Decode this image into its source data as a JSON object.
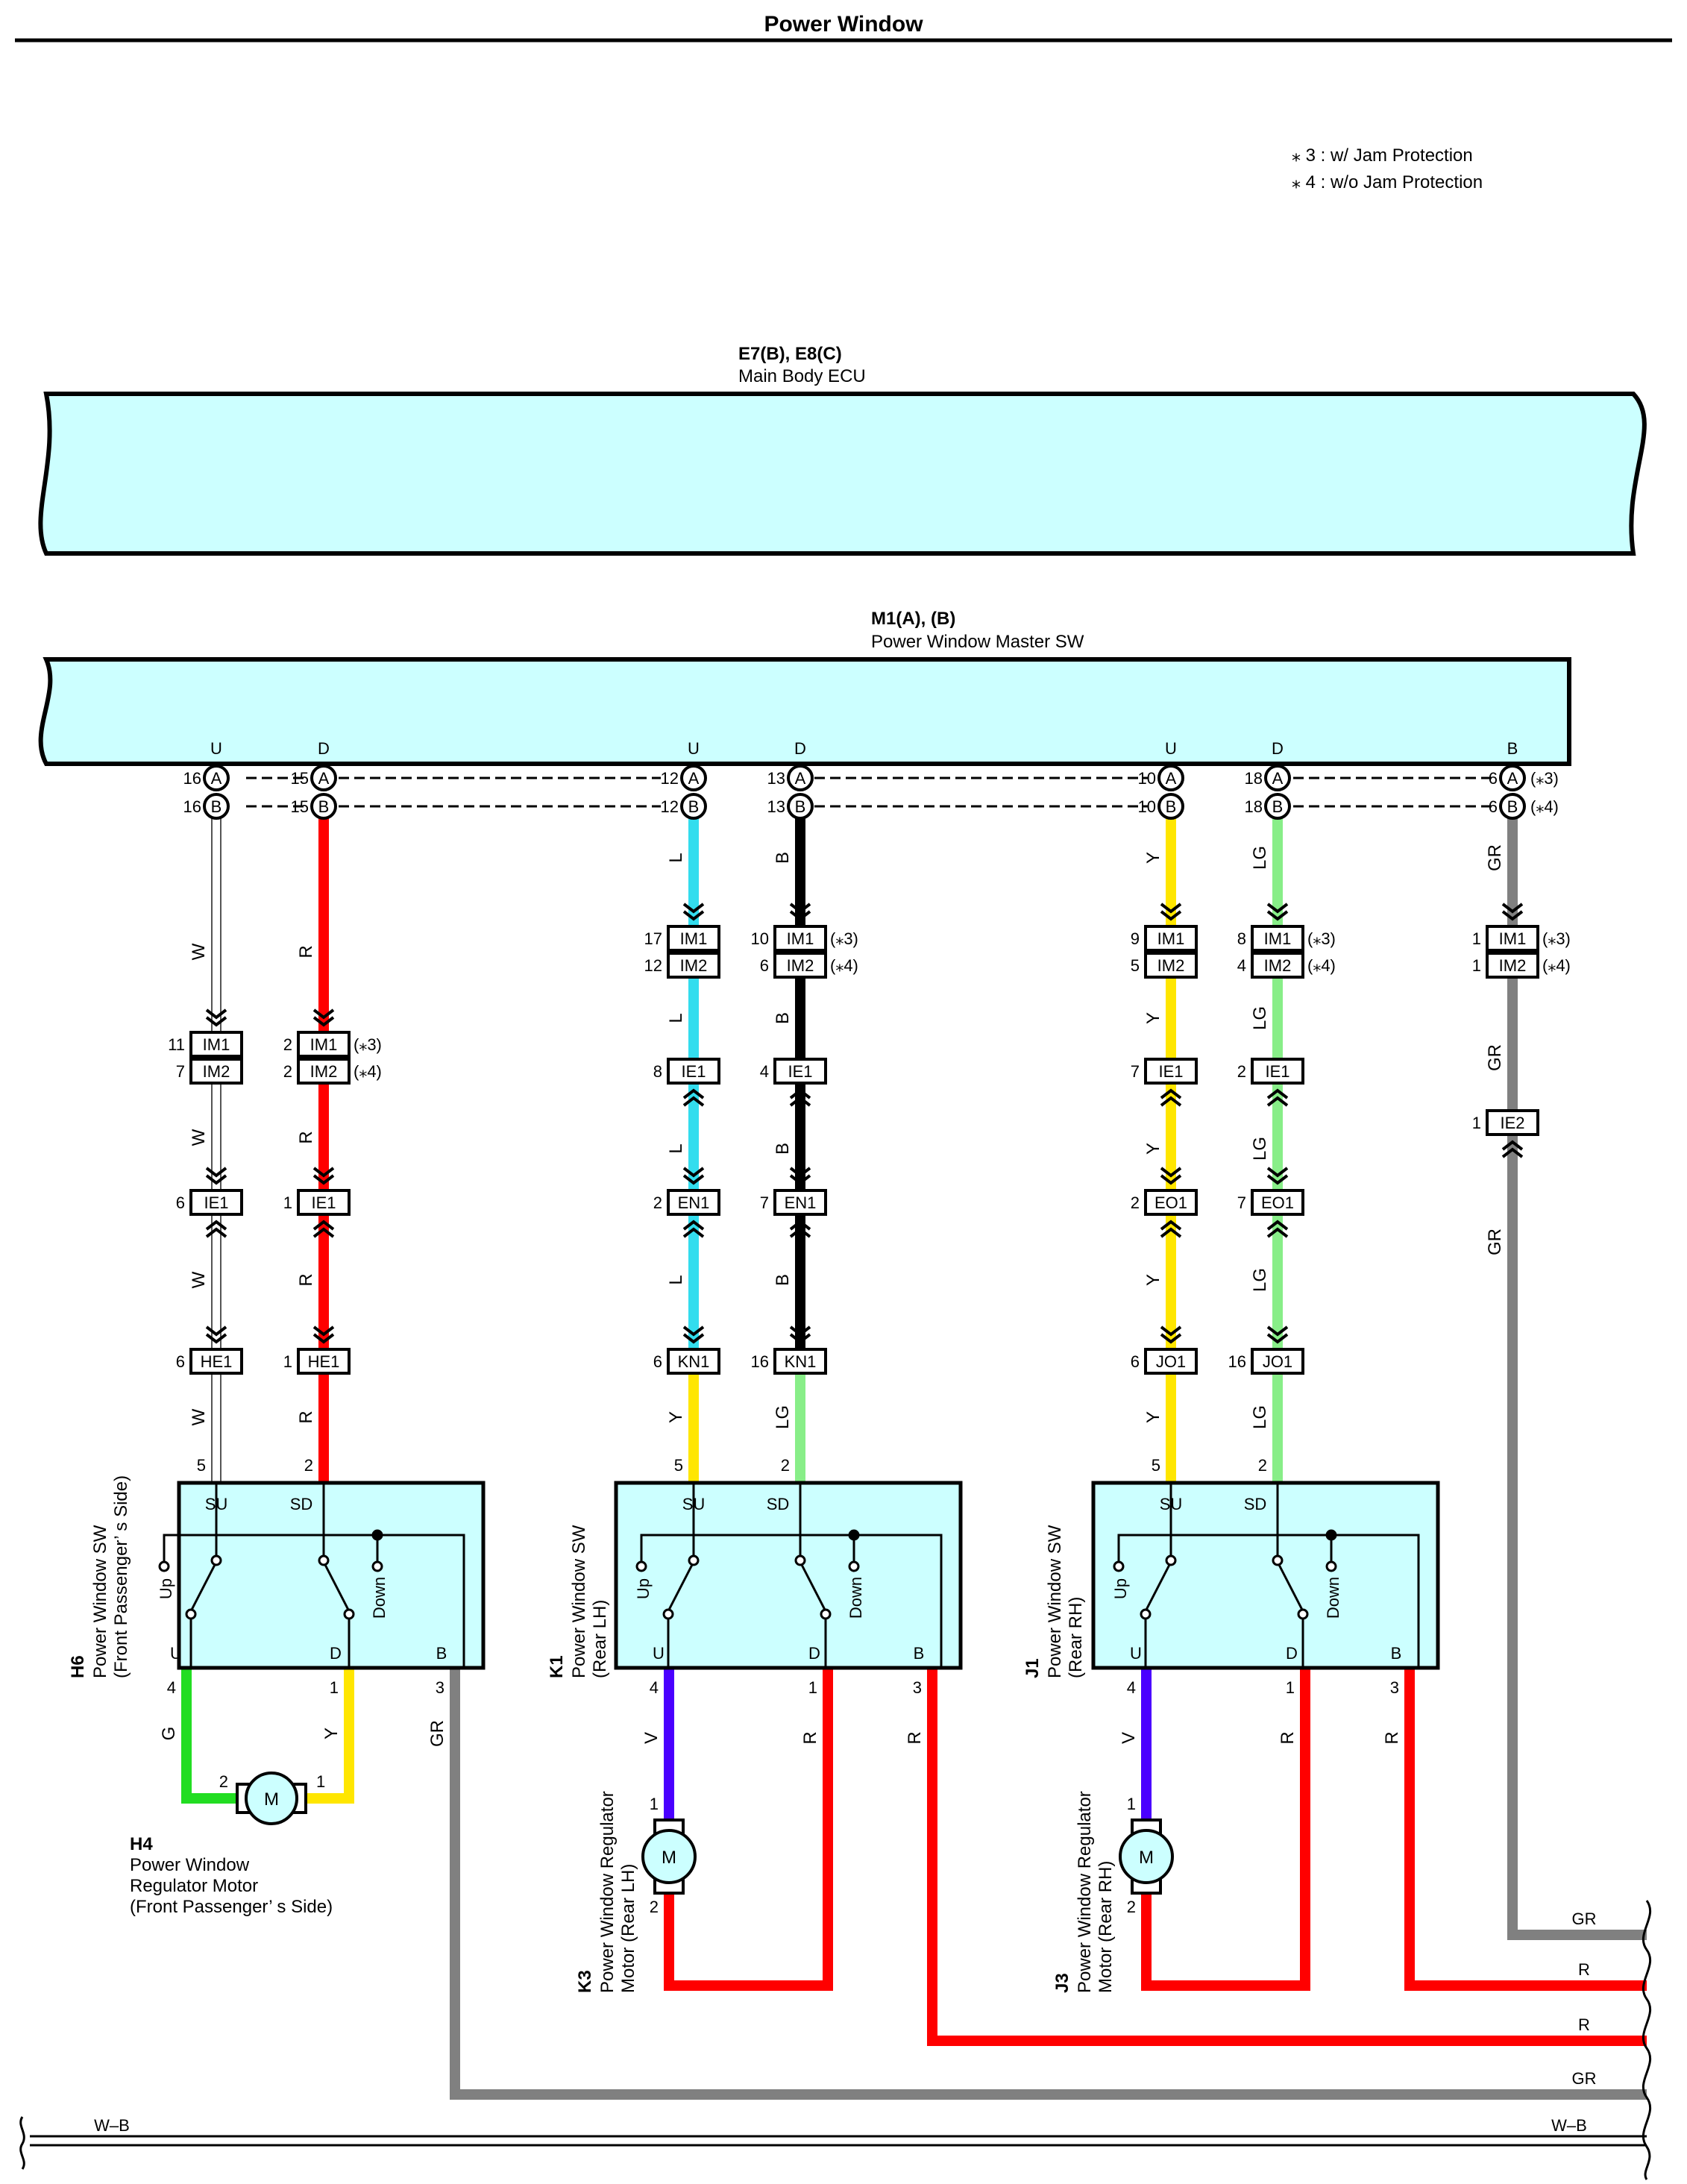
{
  "title": "Power Window",
  "legend": [
    "⁎ 3 : w/ Jam Protection",
    "⁎ 4 : w/o Jam Protection"
  ],
  "ecu": {
    "code": "E7(B), E8(C)",
    "name": "Main Body ECU"
  },
  "master": {
    "code": "M1(A), (B)",
    "name": "Power Window Master SW"
  },
  "master_terms": [
    "U",
    "D",
    "U",
    "D",
    "U",
    "D",
    "B"
  ],
  "pins": {
    "a": [
      "16",
      "15",
      "12",
      "13",
      "10",
      "18",
      "6"
    ],
    "b": [
      "16",
      "15",
      "12",
      "13",
      "10",
      "18",
      "6"
    ],
    "note_a": "(⁎3)",
    "note_b": "(⁎4)"
  },
  "wire_colors": {
    "w": "W",
    "r": "R",
    "l": "L",
    "b": "B",
    "y": "Y",
    "lg": "LG",
    "gr": "GR",
    "g": "G",
    "v": "V",
    "wb": "W–B"
  },
  "connectors": {
    "im1": "IM1",
    "im2": "IM2",
    "ie1": "IE1",
    "ie2": "IE2",
    "en1": "EN1",
    "eo1": "EO1",
    "he1": "HE1",
    "kn1": "KN1",
    "jo1": "JO1"
  },
  "connector_pins": {
    "c1": [
      "11",
      "7",
      "6",
      "6"
    ],
    "c2": [
      "2",
      "2",
      "1",
      "1"
    ],
    "c3": [
      "17",
      "12",
      "8",
      "2",
      "6"
    ],
    "c4": [
      "10",
      "6",
      "4",
      "7",
      "16"
    ],
    "c5": [
      "9",
      "5",
      "7",
      "2",
      "6"
    ],
    "c6": [
      "8",
      "4",
      "2",
      "7",
      "16"
    ],
    "c7": [
      "1",
      "1",
      "1"
    ]
  },
  "notes": {
    "n3": "(⁎3)",
    "n4": "(⁎4)"
  },
  "switches": [
    {
      "code": "H6",
      "name": "Power Window SW",
      "sub": "(Front Passenger’ s Side)",
      "top_pins": [
        "5",
        "2"
      ],
      "bottom_pins": [
        "4",
        "1",
        "3"
      ]
    },
    {
      "code": "K1",
      "name": "Power Window SW",
      "sub": "(Rear LH)",
      "top_pins": [
        "5",
        "2"
      ],
      "bottom_pins": [
        "4",
        "1",
        "3"
      ]
    },
    {
      "code": "J1",
      "name": "Power Window SW",
      "sub": "(Rear RH)",
      "top_pins": [
        "5",
        "2"
      ],
      "bottom_pins": [
        "4",
        "1",
        "3"
      ]
    }
  ],
  "sw_terms": {
    "su": "SU",
    "sd": "SD",
    "up": "Up",
    "down": "Down",
    "u": "U",
    "d": "D",
    "b": "B"
  },
  "motors": [
    {
      "code": "H4",
      "lines": [
        "Power Window",
        "Regulator Motor",
        "(Front Passenger’ s Side)"
      ],
      "pins": [
        "2",
        "1"
      ]
    },
    {
      "code": "K3",
      "lines": [
        "Power Window Regulator",
        "Motor (Rear LH)"
      ],
      "pins": [
        "1",
        "2"
      ]
    },
    {
      "code": "J3",
      "lines": [
        "Power Window Regulator",
        "Motor (Rear RH)"
      ],
      "pins": [
        "1",
        "2"
      ]
    }
  ],
  "motor_symbol": "M",
  "conn_letters": {
    "a": "A",
    "b": "B"
  },
  "palette": {
    "panel": "#ccffff",
    "W": "#ffffff",
    "R": "#ff0000",
    "L": "#33ddee",
    "B": "#000000",
    "Y": "#ffe600",
    "LG": "#88ee88",
    "GR": "#808080",
    "G": "#22dd22",
    "V": "#4a00ff"
  }
}
